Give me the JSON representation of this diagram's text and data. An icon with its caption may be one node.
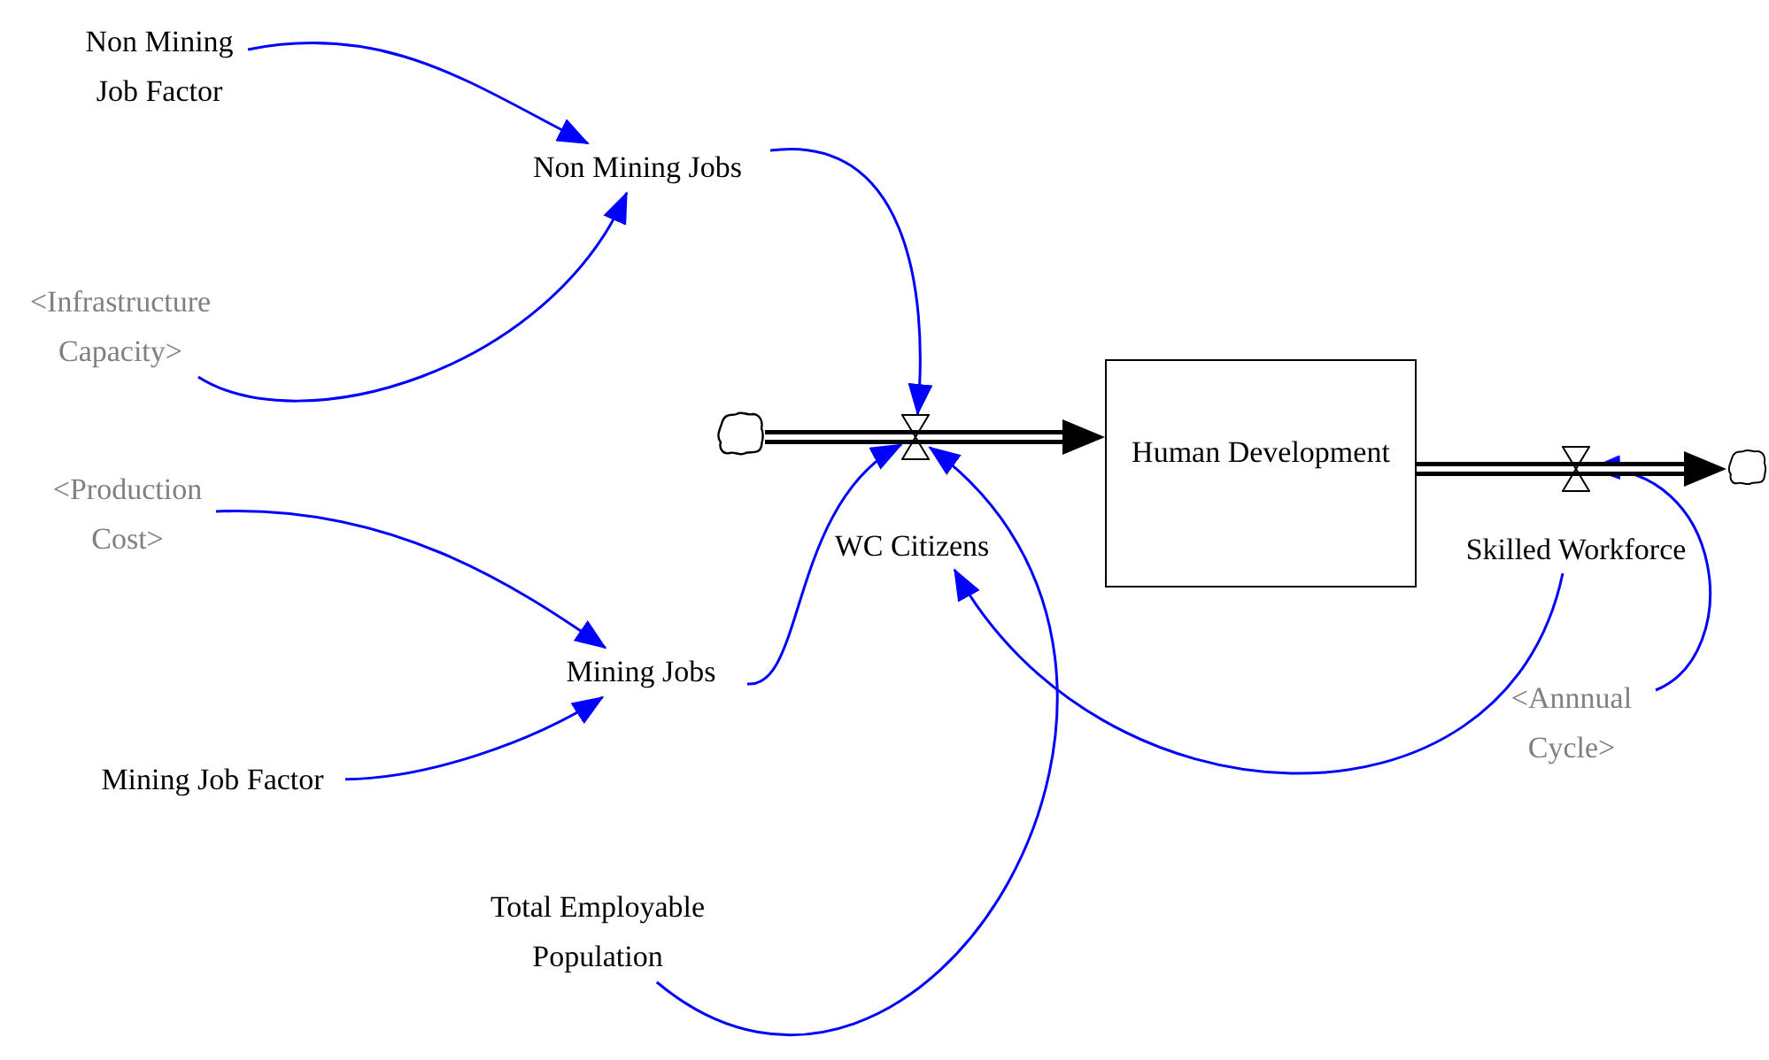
{
  "diagram": {
    "nodes": [
      {
        "text": [
          "Non Mining Job Factor"
        ]
      },
      {
        "text": [
          "Non Mining Jobs"
        ]
      },
      {
        "text": [
          "<Infrastructure Capacity>"
        ]
      },
      {
        "text": [
          "<Production Cost>"
        ]
      },
      {
        "text": [
          "Mining Jobs"
        ]
      },
      {
        "text": [
          "Mining Job Factor"
        ]
      },
      {
        "text": [
          "Total Employable Population"
        ]
      },
      {
        "text": [],
        "shape": "cloud"
      },
      {
        "text": [
          "WC Citizens"
        ]
      },
      {
        "text": [
          "Human Development"
        ]
      },
      {
        "text": [
          "Skilled Workforce"
        ]
      },
      {
        "text": [],
        "shape": "cloud"
      },
      {
        "text": [
          "<Annnual Cycle>"
        ]
      }
    ],
    "edges": [
      {
        "from": 0,
        "to": 1,
        "arrow": "to"
      },
      {
        "from": 2,
        "to": 1,
        "arrow": "to"
      },
      {
        "from": 1,
        "to": 8,
        "arrow": "to"
      },
      {
        "from": 3,
        "to": 4,
        "arrow": "to"
      },
      {
        "from": 5,
        "to": 4,
        "arrow": "to"
      },
      {
        "from": 4,
        "to": 8,
        "arrow": "to"
      },
      {
        "from": 6,
        "to": 8,
        "arrow": "to"
      },
      {
        "from": 10,
        "to": 8,
        "arrow": "to"
      },
      {
        "from": 12,
        "to": 10,
        "arrow": "to"
      },
      {
        "from": 7,
        "to": 8,
        "arrow": "none",
        "style": "thick",
        "color": "#000000"
      },
      {
        "from": 8,
        "to": 9,
        "arrow": "to",
        "style": "thick",
        "color": "#000000"
      },
      {
        "from": 9,
        "to": 10,
        "arrow": "none",
        "style": "thick",
        "color": "#000000"
      },
      {
        "from": 10,
        "to": 11,
        "arrow": "to",
        "style": "thick",
        "color": "#000000"
      }
    ]
  }
}
